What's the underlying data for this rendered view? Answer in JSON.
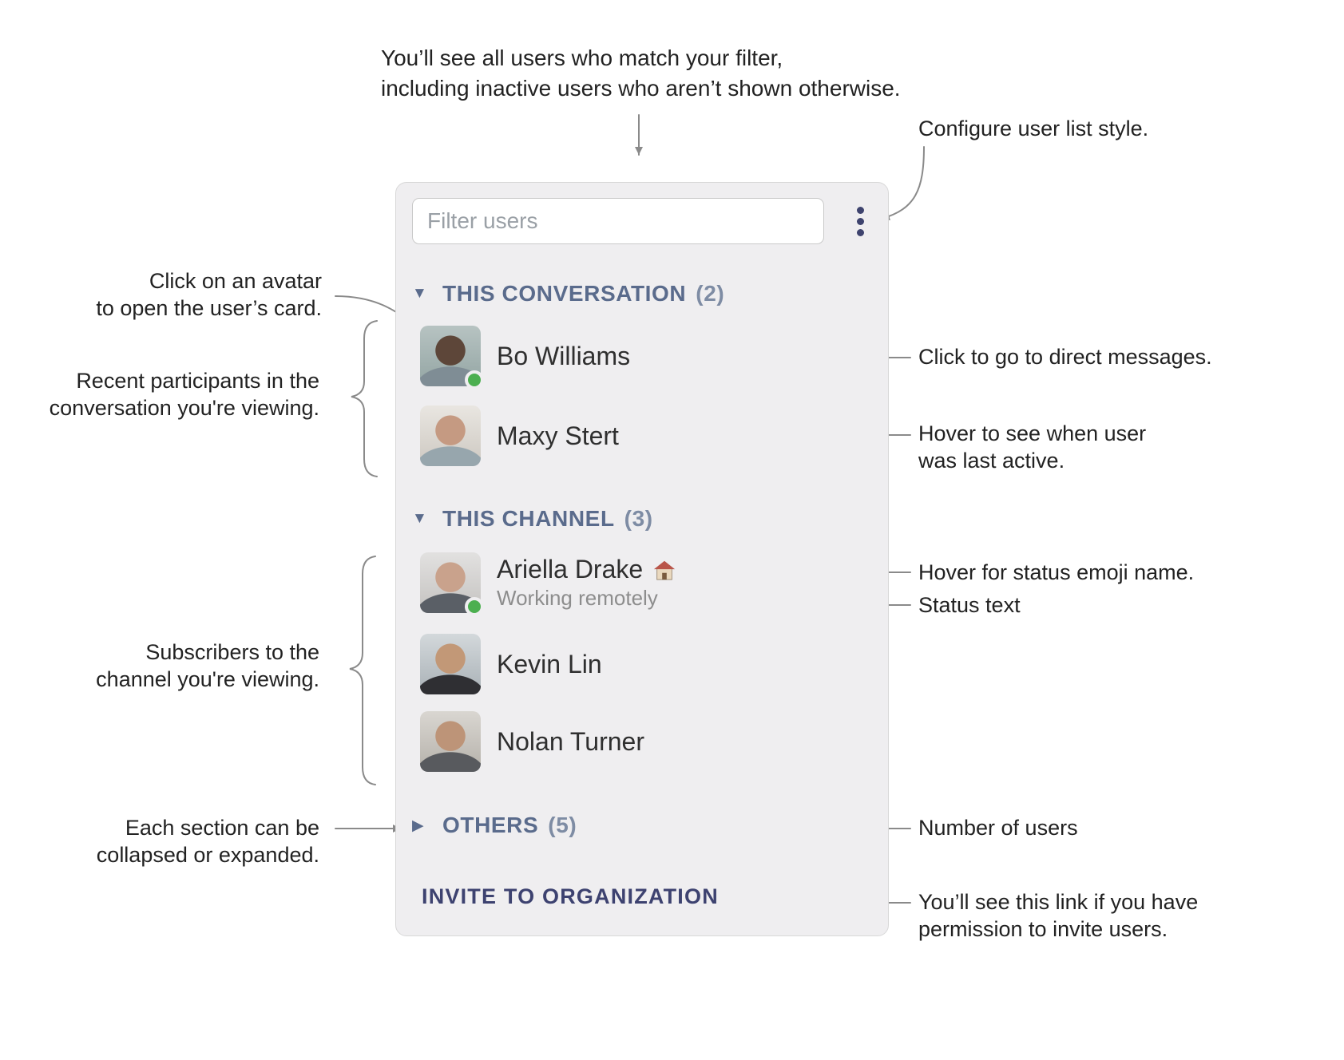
{
  "panel": {
    "filter": {
      "placeholder": "Filter users"
    },
    "sections": [
      {
        "label": "THIS CONVERSATION",
        "count": "(2)",
        "state": "expanded",
        "users": [
          {
            "name": "Bo Williams",
            "online": true
          },
          {
            "name": "Maxy Stert",
            "online": false
          }
        ]
      },
      {
        "label": "THIS CHANNEL",
        "count": "(3)",
        "state": "expanded",
        "users": [
          {
            "name": "Ariella Drake",
            "status_emoji": "🏠",
            "status_text": "Working remotely",
            "online": true
          },
          {
            "name": "Kevin Lin",
            "online": false
          },
          {
            "name": "Nolan Turner",
            "online": false
          }
        ]
      },
      {
        "label": "OTHERS",
        "count": "(5)",
        "state": "collapsed",
        "users": []
      }
    ],
    "invite_label": "INVITE TO ORGANIZATION"
  },
  "icons": {
    "caret_down": "▼",
    "caret_right": "▶",
    "overflow_menu": "vertical-dots-icon",
    "home_emoji": "🏠",
    "presence": "green-online-dot"
  },
  "annotations": {
    "top": "You’ll see all users who match your filter,\nincluding inactive users who aren’t shown otherwise.",
    "configure": "Configure user list style.",
    "avatar_card": "Click on an avatar\nto open the user’s card.",
    "recent_participants": "Recent participants in the\nconversation you're viewing.",
    "direct_messages": "Click to go to direct messages.",
    "last_active": "Hover to see when user\nwas last active.",
    "subscribers": "Subscribers to the\nchannel you're viewing.",
    "status_emoji": "Hover for status emoji name.",
    "status_text": "Status text",
    "collapse": "Each section can be\ncollapsed or expanded.",
    "user_count": "Number of users",
    "invite": "You’ll see this link if you have\npermission to invite users."
  },
  "colors": {
    "section_header": "#5a6b8c",
    "section_count": "#7e8ca4",
    "invite_link": "#3d4270",
    "menu_icon": "#3e436e",
    "presence_green": "#4caf50",
    "panel_bg": "#efeef0",
    "annotation_line": "#8a8a8a"
  }
}
